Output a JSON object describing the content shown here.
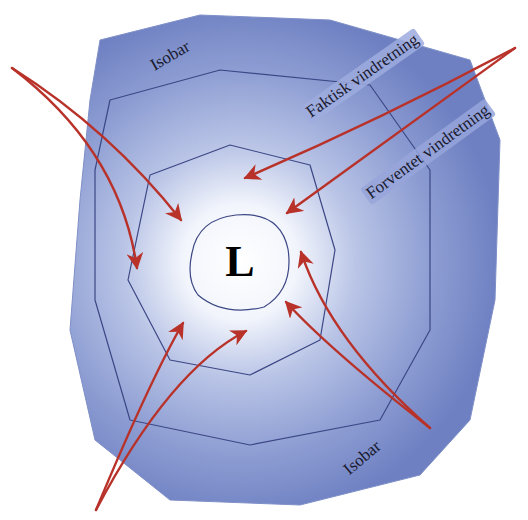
{
  "diagram": {
    "nodes": [
      {
        "text": [
          "L"
        ]
      }
    ],
    "labels": [
      "Isobar",
      "Faktisk vindretning",
      "Forventet vindretning",
      "Isobar"
    ]
  }
}
